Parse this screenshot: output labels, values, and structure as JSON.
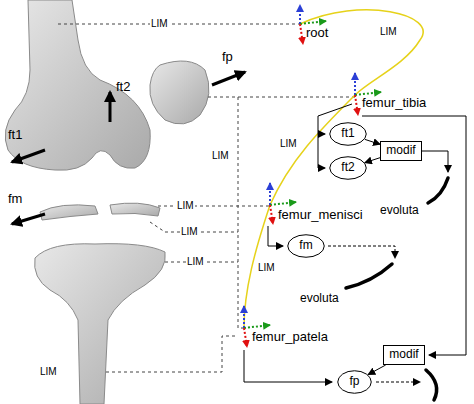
{
  "diagram": {
    "nodes": [
      {
        "text": [
          "ft1"
        ]
      },
      {
        "text": [
          "modif"
        ]
      },
      {
        "text": [
          "ft2"
        ]
      },
      {
        "text": [
          "fm"
        ]
      },
      {
        "text": [
          "modif"
        ]
      },
      {
        "text": [
          "fp"
        ]
      }
    ],
    "edges": [
      {
        "from": 0,
        "to": 1,
        "arrow": "to"
      },
      {
        "from": 1,
        "to": 2,
        "arrow": "to"
      },
      {
        "from": 4,
        "to": 5,
        "arrow": "to"
      }
    ],
    "labels": [
      "LIM",
      "root",
      "LIM",
      "fp",
      "ft2",
      "femur_tibia",
      "ft1",
      "LIM",
      "LIM",
      "fm",
      "LIM",
      "evoluta",
      "femur_menisci",
      "LIM",
      "LIM",
      "LIM",
      "evoluta",
      "femur_patela",
      "LIM"
    ]
  }
}
